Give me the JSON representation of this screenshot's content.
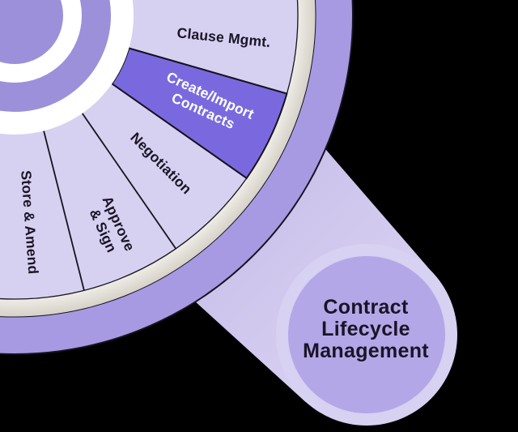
{
  "diagram_title": "Contract Lifecycle Management",
  "wheel": {
    "segments": [
      {
        "id": "clause-mgmt",
        "label": "Clause Mgmt.",
        "lines": [
          "Clause Mgmt."
        ],
        "highlighted": false
      },
      {
        "id": "create-import",
        "label": "Create/Import Contracts",
        "lines": [
          "Create/Import",
          "Contracts"
        ],
        "highlighted": true
      },
      {
        "id": "negotiation",
        "label": "Negotiation",
        "lines": [
          "Negotiation"
        ],
        "highlighted": false
      },
      {
        "id": "approve-sign",
        "label": "Approve & Sign",
        "lines": [
          "Approve",
          "& Sign"
        ],
        "highlighted": false
      },
      {
        "id": "store-amend",
        "label": "Store & Amend",
        "lines": [
          "Store & Amend"
        ],
        "highlighted": false
      }
    ]
  },
  "callout": {
    "label": "Contract Lifecycle Management",
    "lines": [
      "Contract",
      "Lifecycle",
      "Management"
    ]
  },
  "colors": {
    "background": "#000000",
    "hub": "#9c90da",
    "ring_outer": "#a79ae3",
    "segment": "#d6d0f1",
    "segment_highlight": "#7a69de",
    "rim_light": "#f8f6f2",
    "rim_shade": "#d5d1c7",
    "beam_start": "#cbc2ea",
    "beam_end": "#d7d1f2",
    "callout_outer": "#d7d1f2",
    "callout_inner": "#b4a7e8",
    "white": "#ffffff",
    "stroke": "#17121f",
    "text_dark": "#1a1426",
    "text_light": "#ffffff"
  }
}
